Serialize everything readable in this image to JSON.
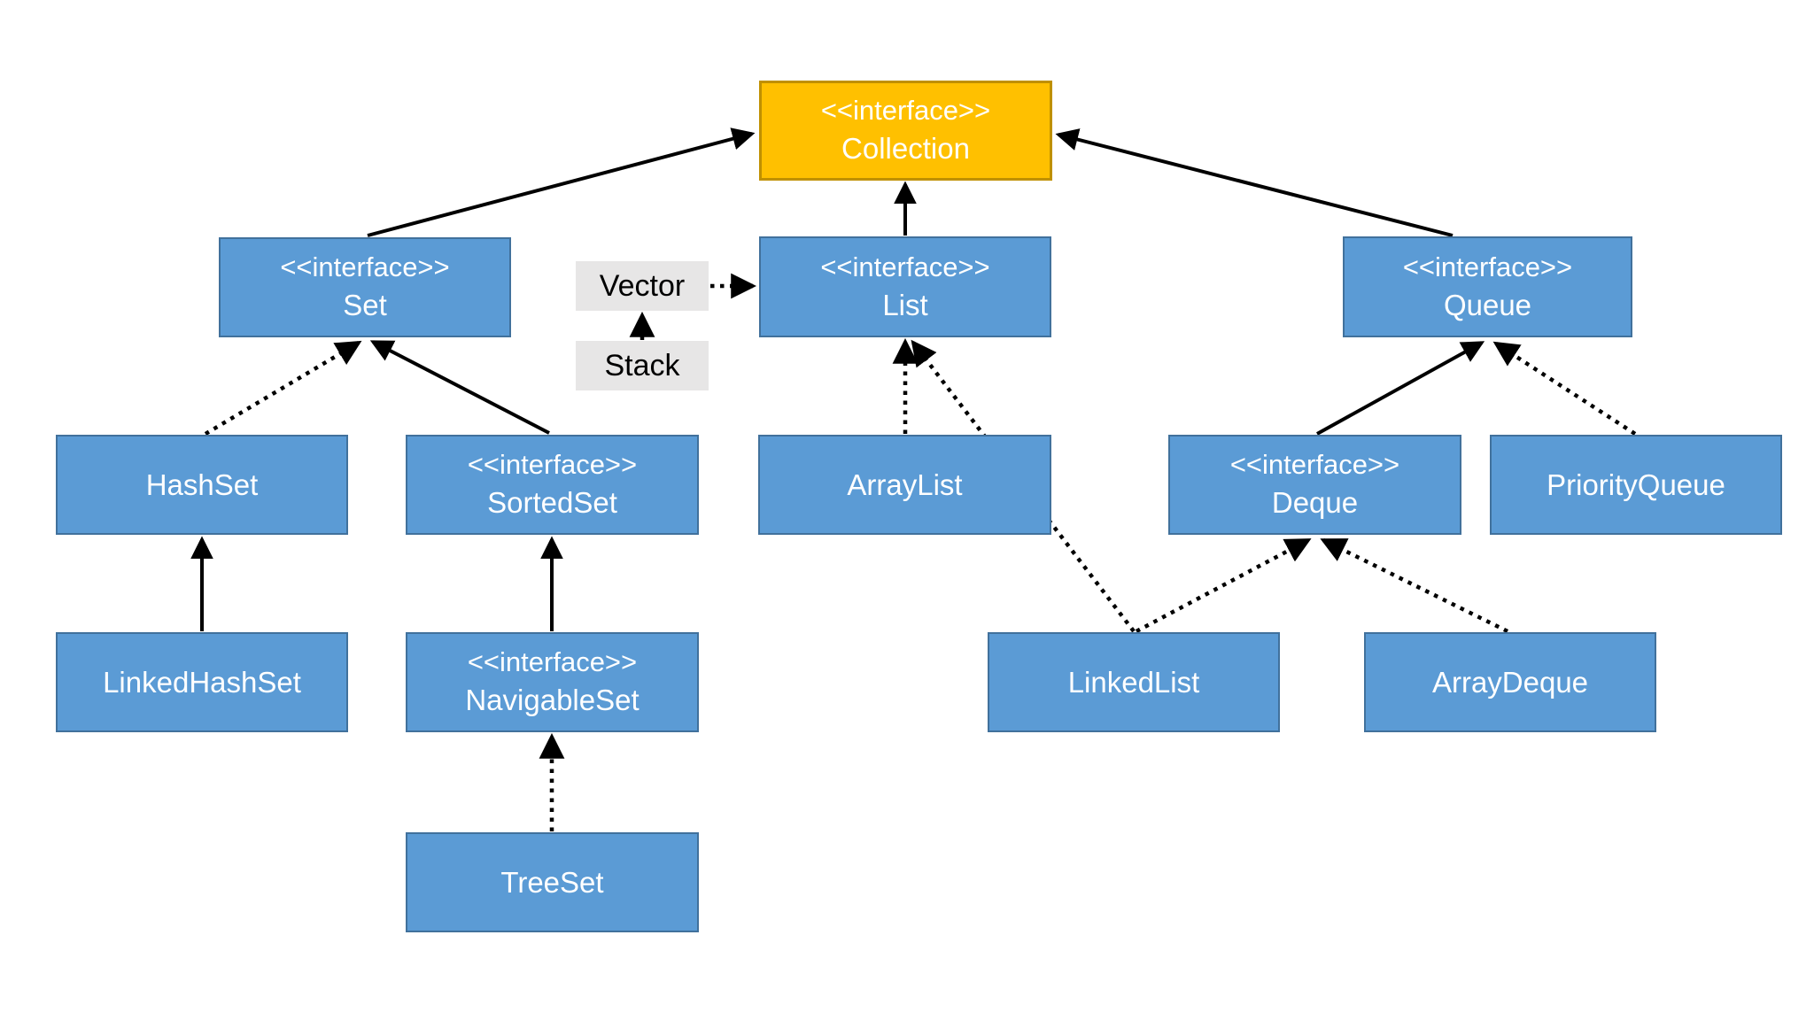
{
  "diagram": {
    "kind": "uml-class-hierarchy",
    "subject": "Java Collection Framework",
    "colors": {
      "root_interface_fill": "#FFC000",
      "root_interface_border": "#BF9000",
      "node_fill": "#5B9BD5",
      "node_border": "#41719C",
      "legacy_fill": "#E7E6E6",
      "arrow": "#000000",
      "background": "#FFFFFF",
      "text_on_blue": "#FFFFFF",
      "text_on_legacy": "#000000"
    },
    "stereotype_label": "<<interface>>"
  },
  "nodes": {
    "collection": {
      "stereotype": "<<interface>>",
      "name": "Collection"
    },
    "set": {
      "stereotype": "<<interface>>",
      "name": "Set"
    },
    "list": {
      "stereotype": "<<interface>>",
      "name": "List"
    },
    "queue": {
      "stereotype": "<<interface>>",
      "name": "Queue"
    },
    "vector": {
      "name": "Vector"
    },
    "stack": {
      "name": "Stack"
    },
    "hashset": {
      "name": "HashSet"
    },
    "sortedset": {
      "stereotype": "<<interface>>",
      "name": "SortedSet"
    },
    "arraylist": {
      "name": "ArrayList"
    },
    "deque": {
      "stereotype": "<<interface>>",
      "name": "Deque"
    },
    "priorityqueue": {
      "name": "PriorityQueue"
    },
    "linkedhashset": {
      "name": "LinkedHashSet"
    },
    "navigableset": {
      "stereotype": "<<interface>>",
      "name": "NavigableSet"
    },
    "linkedlist": {
      "name": "LinkedList"
    },
    "arraydeque": {
      "name": "ArrayDeque"
    },
    "treeset": {
      "name": "TreeSet"
    }
  },
  "edges": [
    {
      "from": "Set",
      "to": "Collection",
      "style": "solid"
    },
    {
      "from": "List",
      "to": "Collection",
      "style": "solid"
    },
    {
      "from": "Queue",
      "to": "Collection",
      "style": "solid"
    },
    {
      "from": "Vector",
      "to": "List",
      "style": "dotted"
    },
    {
      "from": "Stack",
      "to": "Vector",
      "style": "dotted"
    },
    {
      "from": "HashSet",
      "to": "Set",
      "style": "dotted"
    },
    {
      "from": "SortedSet",
      "to": "Set",
      "style": "solid"
    },
    {
      "from": "LinkedHashSet",
      "to": "HashSet",
      "style": "solid"
    },
    {
      "from": "NavigableSet",
      "to": "SortedSet",
      "style": "solid"
    },
    {
      "from": "TreeSet",
      "to": "NavigableSet",
      "style": "dotted"
    },
    {
      "from": "ArrayList",
      "to": "List",
      "style": "dotted"
    },
    {
      "from": "LinkedList",
      "to": "List",
      "style": "dotted"
    },
    {
      "from": "LinkedList",
      "to": "Deque",
      "style": "dotted"
    },
    {
      "from": "ArrayDeque",
      "to": "Deque",
      "style": "dotted"
    },
    {
      "from": "Deque",
      "to": "Queue",
      "style": "solid"
    },
    {
      "from": "PriorityQueue",
      "to": "Queue",
      "style": "dotted"
    }
  ]
}
